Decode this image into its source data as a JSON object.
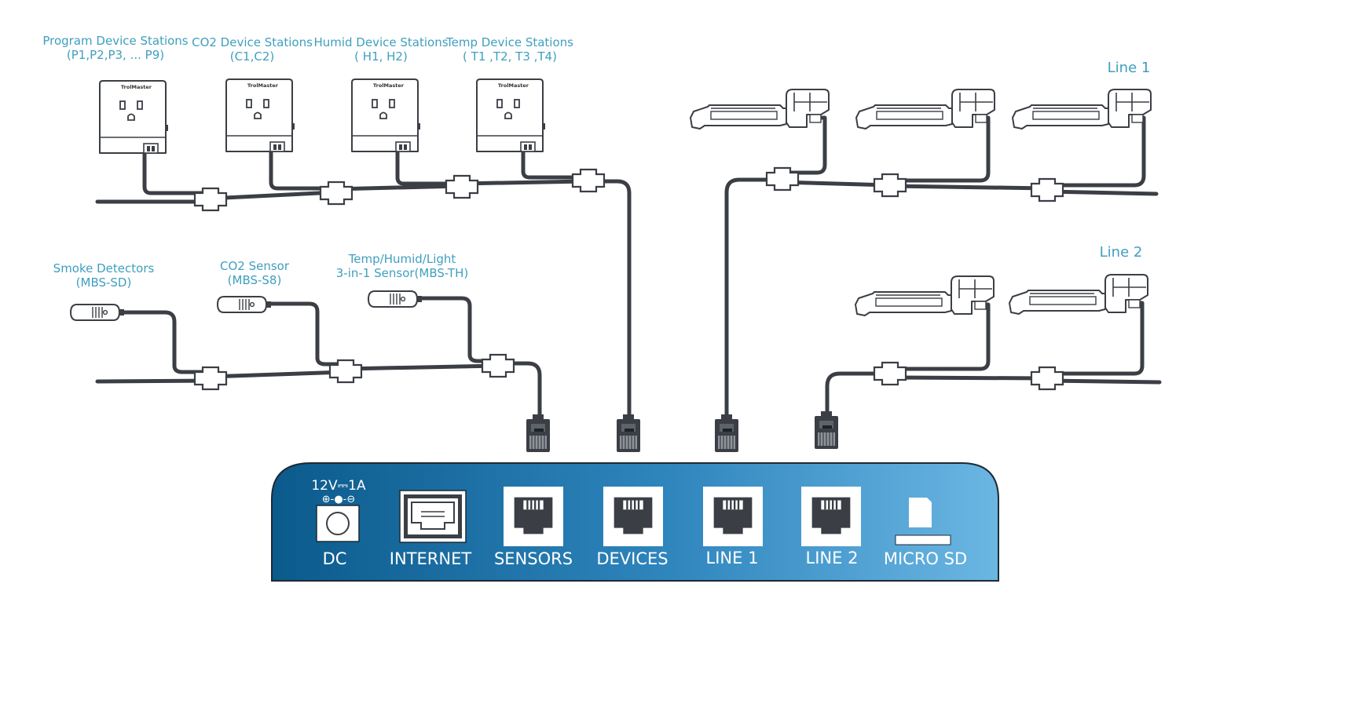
{
  "device_groups": [
    {
      "title": "Program Device Stations",
      "sub": "(P1,P2,P3, ... P9)"
    },
    {
      "title": "CO2 Device Stations",
      "sub": "(C1,C2)"
    },
    {
      "title": "Humid Device Stations",
      "sub": "( H1, H2)"
    },
    {
      "title": "Temp Device Stations",
      "sub": "( T1 ,T2, T3 ,T4)"
    }
  ],
  "brand": "TrolMaster",
  "sensors": [
    {
      "title": "Smoke Detectors",
      "sub": "(MBS-SD)"
    },
    {
      "title": "CO2 Sensor",
      "sub": "(MBS-S8)"
    },
    {
      "title": "Temp/Humid/Light",
      "sub": "3-in-1 Sensor(MBS-TH)"
    }
  ],
  "lines": {
    "line1": "Line 1",
    "line2": "Line 2"
  },
  "controller": {
    "power_rating": "12V⎓1A",
    "power_polarity": "⊕-●-⊖",
    "ports": [
      "DC",
      "INTERNET",
      "SENSORS",
      "DEVICES",
      "LINE 1",
      "LINE 2",
      "MICRO SD"
    ]
  },
  "colors": {
    "cable": "#3b3f45",
    "label": "#3f9fbf",
    "panel_dark": "#0b5a8c",
    "panel_light": "#6bb6e3"
  }
}
